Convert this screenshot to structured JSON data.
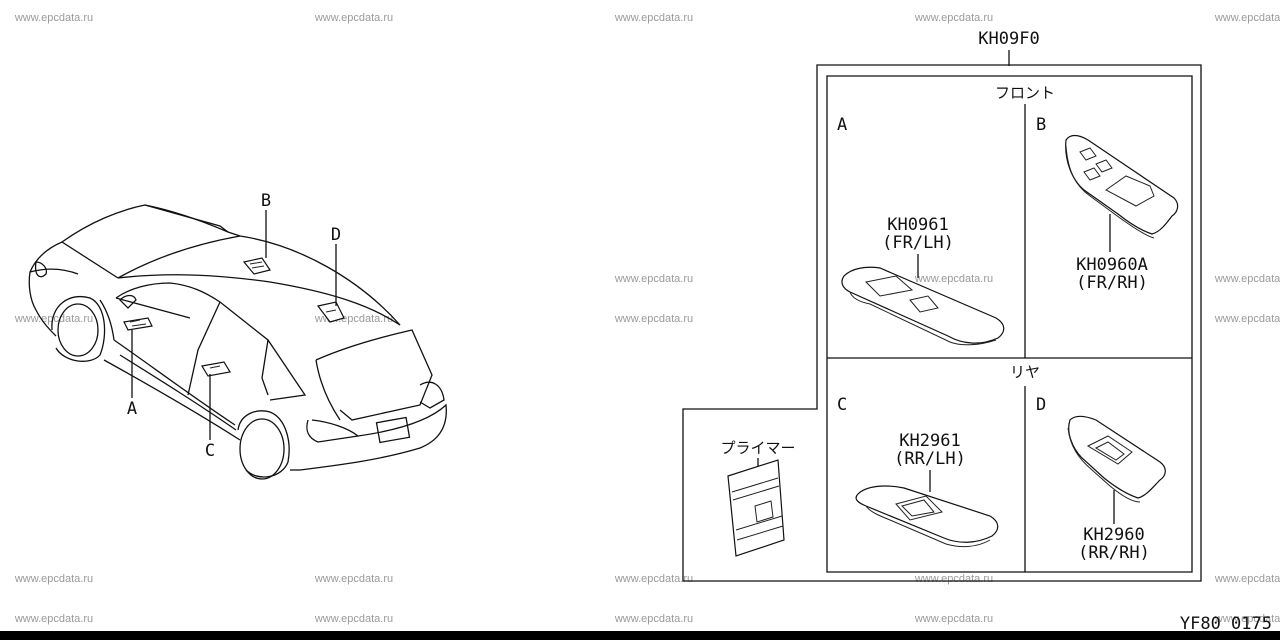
{
  "assembly_code": "KH09F0",
  "page_code": "YF80 0175",
  "watermark": "www.epcdata.ru",
  "sections": {
    "front": "フロント",
    "rear": "リヤ",
    "primer": "プライマー"
  },
  "vehicle_callouts": [
    "A",
    "B",
    "C",
    "D"
  ],
  "parts": [
    {
      "letter": "A",
      "code": "KH0961",
      "position": "(FR/LH)"
    },
    {
      "letter": "B",
      "code": "KH0960A",
      "position": "(FR/RH)"
    },
    {
      "letter": "C",
      "code": "KH2961",
      "position": "(RR/LH)"
    },
    {
      "letter": "D",
      "code": "KH2960",
      "position": "(RR/RH)"
    }
  ],
  "colors": {
    "line": "#111111",
    "watermark": "#9a9a9a",
    "background": "#ffffff"
  }
}
